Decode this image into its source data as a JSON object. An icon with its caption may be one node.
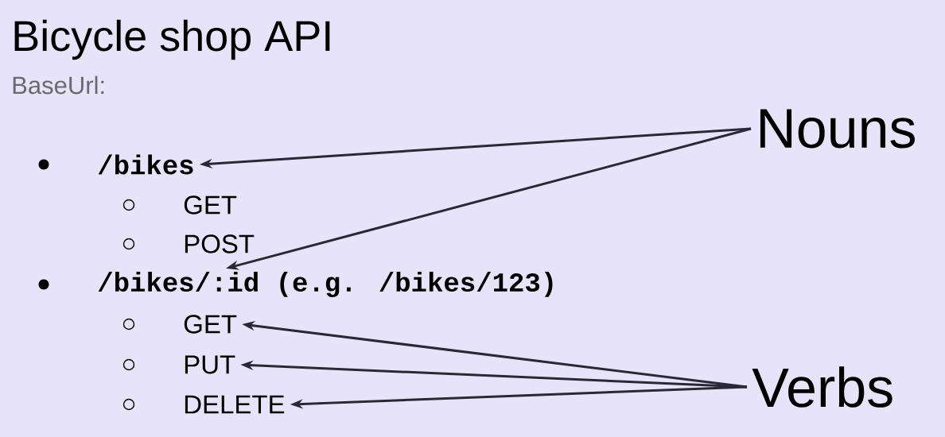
{
  "diagram": {
    "title": "Bicycle shop API",
    "nodes": [
      {
        "text": [
          "Nouns"
        ]
      },
      {
        "text": [
          "/bikes"
        ]
      },
      {
        "text": [
          "GET"
        ]
      },
      {
        "text": [
          "POST"
        ]
      },
      {
        "text": [
          "/bikes/:id (e.g. /bikes/123)"
        ]
      },
      {
        "text": [
          "GET"
        ]
      },
      {
        "text": [
          "PUT"
        ]
      },
      {
        "text": [
          "DELETE"
        ]
      },
      {
        "text": [
          "Verbs"
        ]
      }
    ],
    "edges": [
      {
        "from": 0,
        "to": 1,
        "arrow": "to"
      },
      {
        "from": 0,
        "to": 4,
        "arrow": "to"
      },
      {
        "from": 8,
        "to": 5,
        "arrow": "to"
      },
      {
        "from": 8,
        "to": 6,
        "arrow": "to"
      },
      {
        "from": 8,
        "to": 7,
        "arrow": "to"
      }
    ],
    "labels": [
      "BaseUrl:"
    ]
  }
}
